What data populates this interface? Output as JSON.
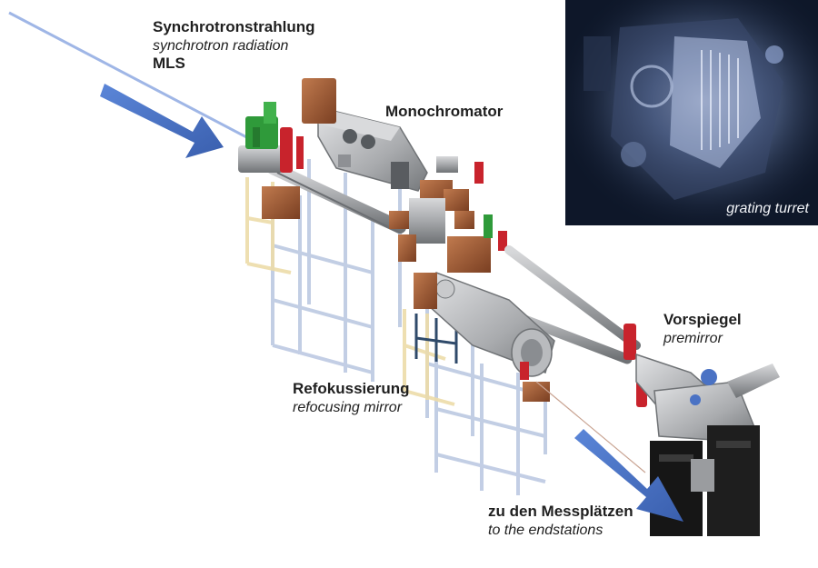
{
  "labels": {
    "source": {
      "de": "Synchrotronstrahlung",
      "en": "synchrotron radiation",
      "tag": "MLS"
    },
    "monochromator": {
      "de": "Monochromator"
    },
    "premirror": {
      "de": "Vorspiegel",
      "en": "premirror"
    },
    "refocusing": {
      "de": "Refokussierung",
      "en": "refocusing mirror"
    },
    "endstations": {
      "de": "zu den Messplätzen",
      "en": "to the endstations"
    }
  },
  "inset": {
    "caption": "grating turret"
  },
  "colors": {
    "arrow": "#4a72c4",
    "beam": "#9fb6e6",
    "steel": "#a9abae",
    "copper": "#9a5a36",
    "valve_red": "#c8232c",
    "pump_green": "#2f9a3a",
    "frame_blue": "#b8c6e0",
    "frame_yellow": "#ecdca8",
    "stand_black": "#161616"
  }
}
